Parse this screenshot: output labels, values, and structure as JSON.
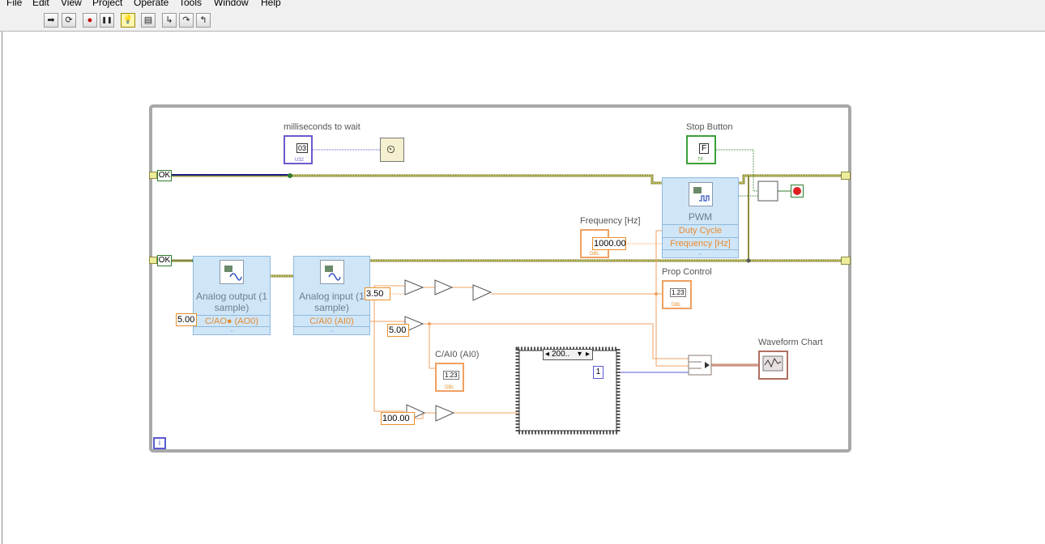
{
  "menu": [
    "File",
    "Edit",
    "View",
    "Project",
    "Operate",
    "Tools",
    "Window",
    "Help"
  ],
  "toolbar": {
    "buttons": [
      {
        "id": "run",
        "icon": "run-arrow-icon",
        "glyph": "➡"
      },
      {
        "id": "run-continuously",
        "icon": "run-continuously-icon",
        "glyph": "⟳"
      },
      {
        "id": "abort",
        "icon": "abort-icon",
        "glyph": "●"
      },
      {
        "id": "pause",
        "icon": "pause-icon",
        "glyph": "❚❚"
      },
      {
        "id": "highlight",
        "icon": "highlight-execution-icon",
        "glyph": "💡"
      },
      {
        "id": "retain-wire",
        "icon": "retain-wire-values-icon",
        "glyph": "▤"
      },
      {
        "id": "step-into",
        "icon": "step-into-icon",
        "glyph": "↳"
      },
      {
        "id": "step-over",
        "icon": "step-over-icon",
        "glyph": "↷"
      },
      {
        "id": "step-out",
        "icon": "step-out-icon",
        "glyph": "↰"
      }
    ]
  },
  "diagram": {
    "labels": {
      "ms_wait": "milliseconds to wait",
      "stop_button": "Stop Button",
      "frequency": "Frequency [Hz]",
      "prop_control": "Prop Control",
      "waveform_chart": "Waveform Chart",
      "cai0": "C/AI0 (AI0)"
    },
    "ok_constants": [
      "OK",
      "OK"
    ],
    "vis": {
      "analog_output": {
        "title": "Analog output (1 sample)",
        "channel": "C/AO● (AO0)"
      },
      "analog_input": {
        "title": "Analog input (1 sample)",
        "channel": "C/AI0 (AI0)"
      },
      "pwm": {
        "title": "PWM",
        "row1": "Duty Cycle",
        "row2": "Frequency [Hz]"
      }
    },
    "constants": {
      "ao_value": "5.00",
      "ai_gain": "3.50",
      "ai_offset": "5.00",
      "freq": "1000.00",
      "scale": "100.00",
      "case_index": "1",
      "case_selector": "200.."
    },
    "terminal_tags": {
      "u32": "U32",
      "tf": "TF",
      "dbl": "DBL",
      "dbl_val": "1.23"
    },
    "loop_iteration": "i",
    "colors": {
      "loop_border": "#a0a0a0",
      "error_wire": "#b8b050",
      "dbl_wire": "#f0a060",
      "int_wire": "#5a5ad0",
      "bool_wire": "#2f7d2f",
      "vi_fill": "#cfe6f8"
    }
  }
}
